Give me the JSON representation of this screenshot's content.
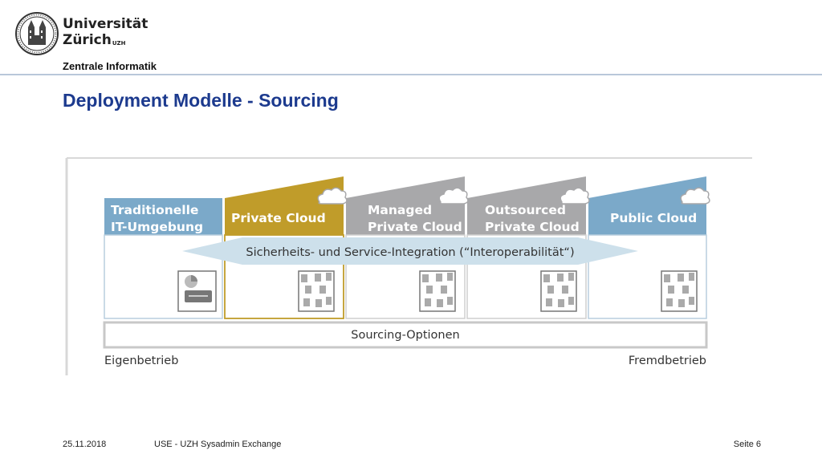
{
  "header": {
    "university_line1": "Universität",
    "university_line2": "Zürich",
    "university_abbr": "UZH",
    "department": "Zentrale Informatik"
  },
  "slide": {
    "title": "Deployment Modelle  - Sourcing"
  },
  "diagram": {
    "models": [
      {
        "line1": "Traditionelle",
        "line2": "IT-Umgebung",
        "color": "#7ba9c9"
      },
      {
        "line1": "Private Cloud",
        "line2": "",
        "color": "#c09c2a"
      },
      {
        "line1": "Managed",
        "line2": "Private Cloud",
        "color": "#a8a8aa"
      },
      {
        "line1": "Outsourced",
        "line2": "Private Cloud",
        "color": "#a8a8aa"
      },
      {
        "line1": "Public Cloud",
        "line2": "",
        "color": "#7ba9c9"
      }
    ],
    "integration_arrow": "Sicherheits- und Service-Integration (“Interoperabilität“)",
    "sourcing_bar": "Sourcing-Optionen",
    "left_label": "Eigenbetrieb",
    "right_label": "Fremdbetrieb"
  },
  "footer": {
    "date": "25.11.2018",
    "event": "USE - UZH Sysadmin Exchange",
    "page": "Seite 6"
  }
}
